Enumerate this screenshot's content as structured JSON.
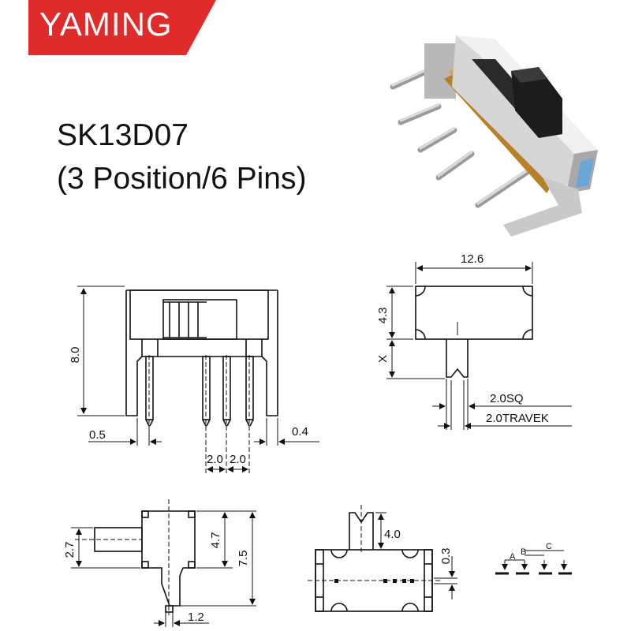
{
  "brand": {
    "name": "YAMING",
    "color": "#e02b2b"
  },
  "product": {
    "model": "SK13D07",
    "description": "(3 Position/6 Pins)"
  },
  "dimensions": {
    "front_height": "8.0",
    "front_pin_offset": "0.5",
    "front_pin_thickness": "0.4",
    "pin_pitch_1": "2.0",
    "pin_pitch_2": "2.0",
    "top_width": "12.6",
    "top_depth": "4.3",
    "lever_length": "X",
    "lever_size": "2.0SQ",
    "lever_travel": "2.0TRAVEK",
    "side_lever_height": "2.7",
    "side_body_height": "4.7",
    "side_total_height": "7.5",
    "side_pin_width": "1.2",
    "bottom_lever_height": "4.0",
    "bottom_pin_offset": "0.3",
    "position_a": "A",
    "position_b": "B",
    "position_c": "C"
  }
}
